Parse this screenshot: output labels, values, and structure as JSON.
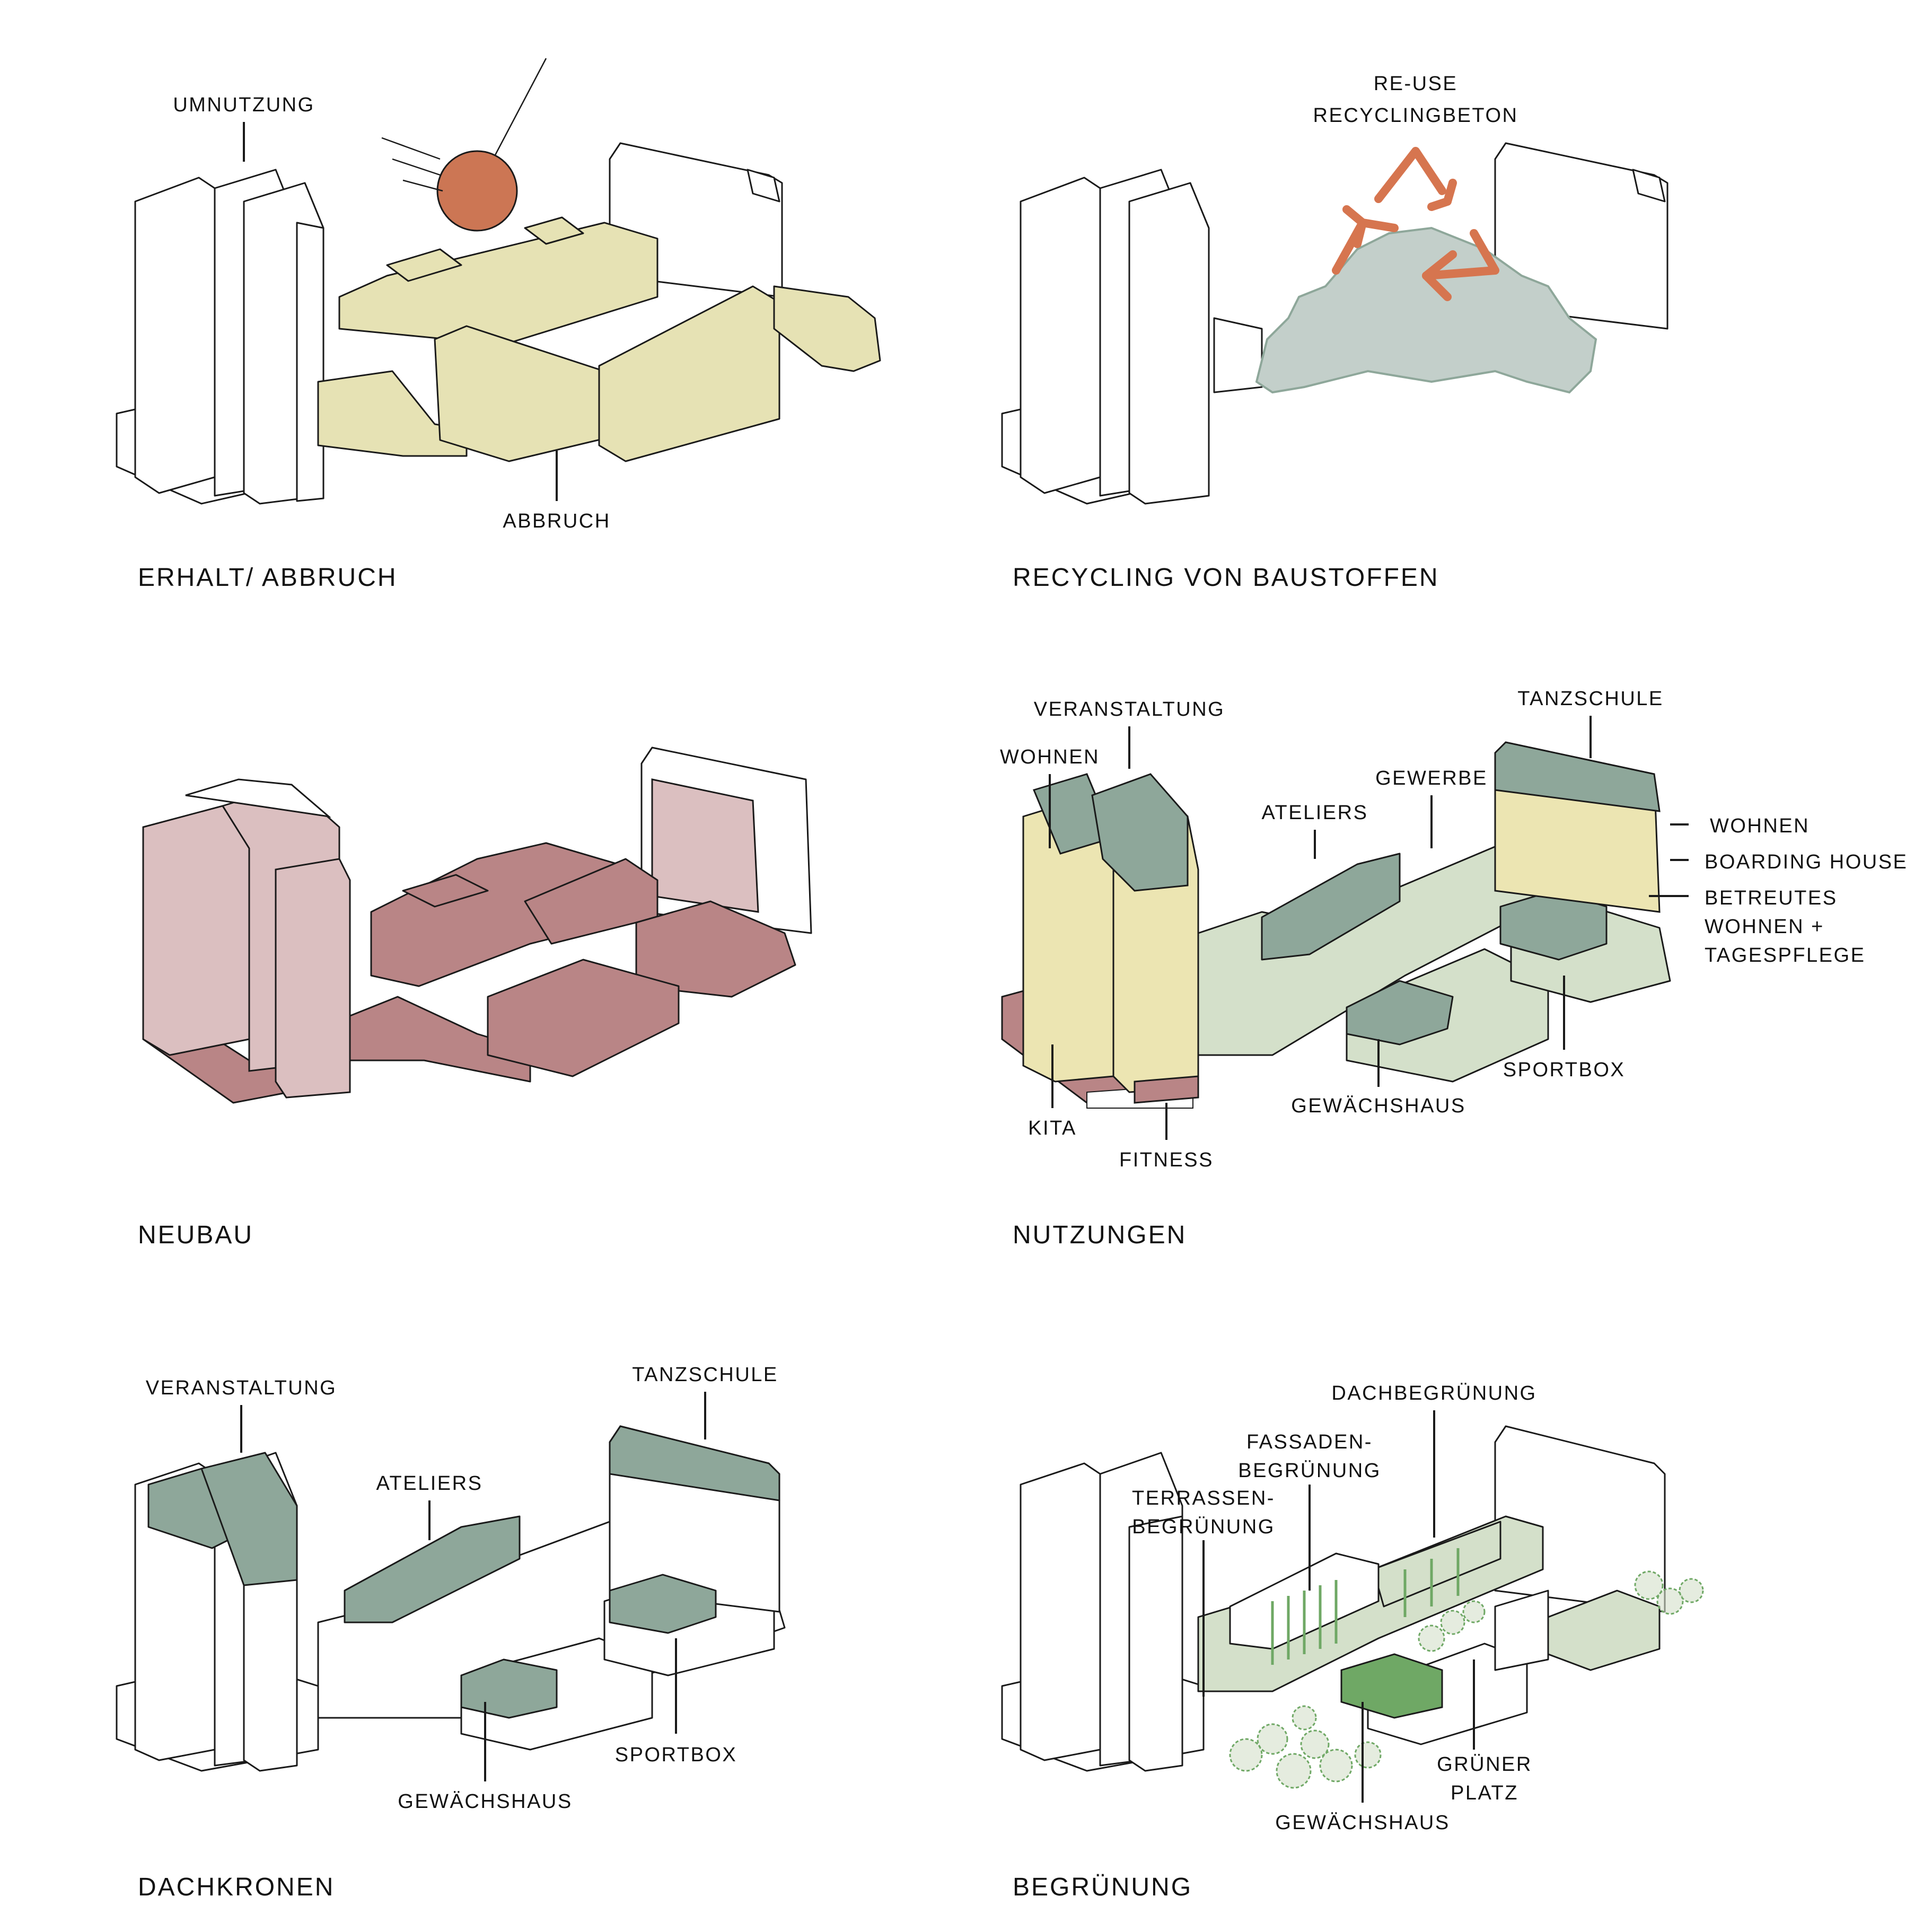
{
  "colors": {
    "demolition_yellow": "#e6e2b4",
    "wrecking_ball": "#cc7654",
    "recycle_orange": "#d6754f",
    "rubble_grey": "#c3cfca",
    "neubau_red": "#b98586",
    "neubau_light": "#dbbfc0",
    "residential_yellow": "#ece5b2",
    "roof_green": "#8ea79a",
    "light_green": "#d4e0ca",
    "plant_green": "#6fa865",
    "line": "#1a1a1a"
  },
  "panels": {
    "p1": {
      "title": "ERHALT/ ABBRUCH",
      "umnutzung": "UMNUTZUNG",
      "abbruch": "ABBRUCH"
    },
    "p2": {
      "title": "RECYCLING VON BAUSTOFFEN",
      "reuse_line1": "RE-USE",
      "reuse_line2": "RECYCLINGBETON"
    },
    "p3": {
      "title": "NEUBAU"
    },
    "p4": {
      "title": "NUTZUNGEN",
      "veranstaltung": "VERANSTALTUNG",
      "wohnen_left": "WOHNEN",
      "ateliers": "ATELIERS",
      "gewerbe": "GEWERBE",
      "tanzschule": "TANZSCHULE",
      "wohnen_right": "WOHNEN",
      "boarding_house": "BOARDING HOUSE",
      "betreutes_1": "BETREUTES",
      "betreutes_2": "WOHNEN +",
      "betreutes_3": "TAGESPFLEGE",
      "sportbox": "SPORTBOX",
      "gewaechshaus": "GEWÄCHSHAUS",
      "kita": "KITA",
      "fitness": "FITNESS"
    },
    "p5": {
      "title": "DACHKRONEN",
      "veranstaltung": "VERANSTALTUNG",
      "tanzschule": "TANZSCHULE",
      "ateliers": "ATELIERS",
      "sportbox": "SPORTBOX",
      "gewaechshaus": "GEWÄCHSHAUS"
    },
    "p6": {
      "title": "BEGRÜNUNG",
      "dachbegruenung": "DACHBEGRÜNUNG",
      "fassaden_1": "FASSADEN-",
      "fassaden_2": "BEGRÜNUNG",
      "terrassen_1": "TERRASSEN-",
      "terrassen_2": "BEGRÜNUNG",
      "gruener_1": "GRÜNER",
      "gruener_2": "PLATZ",
      "gewaechshaus": "GEWÄCHSHAUS"
    }
  }
}
